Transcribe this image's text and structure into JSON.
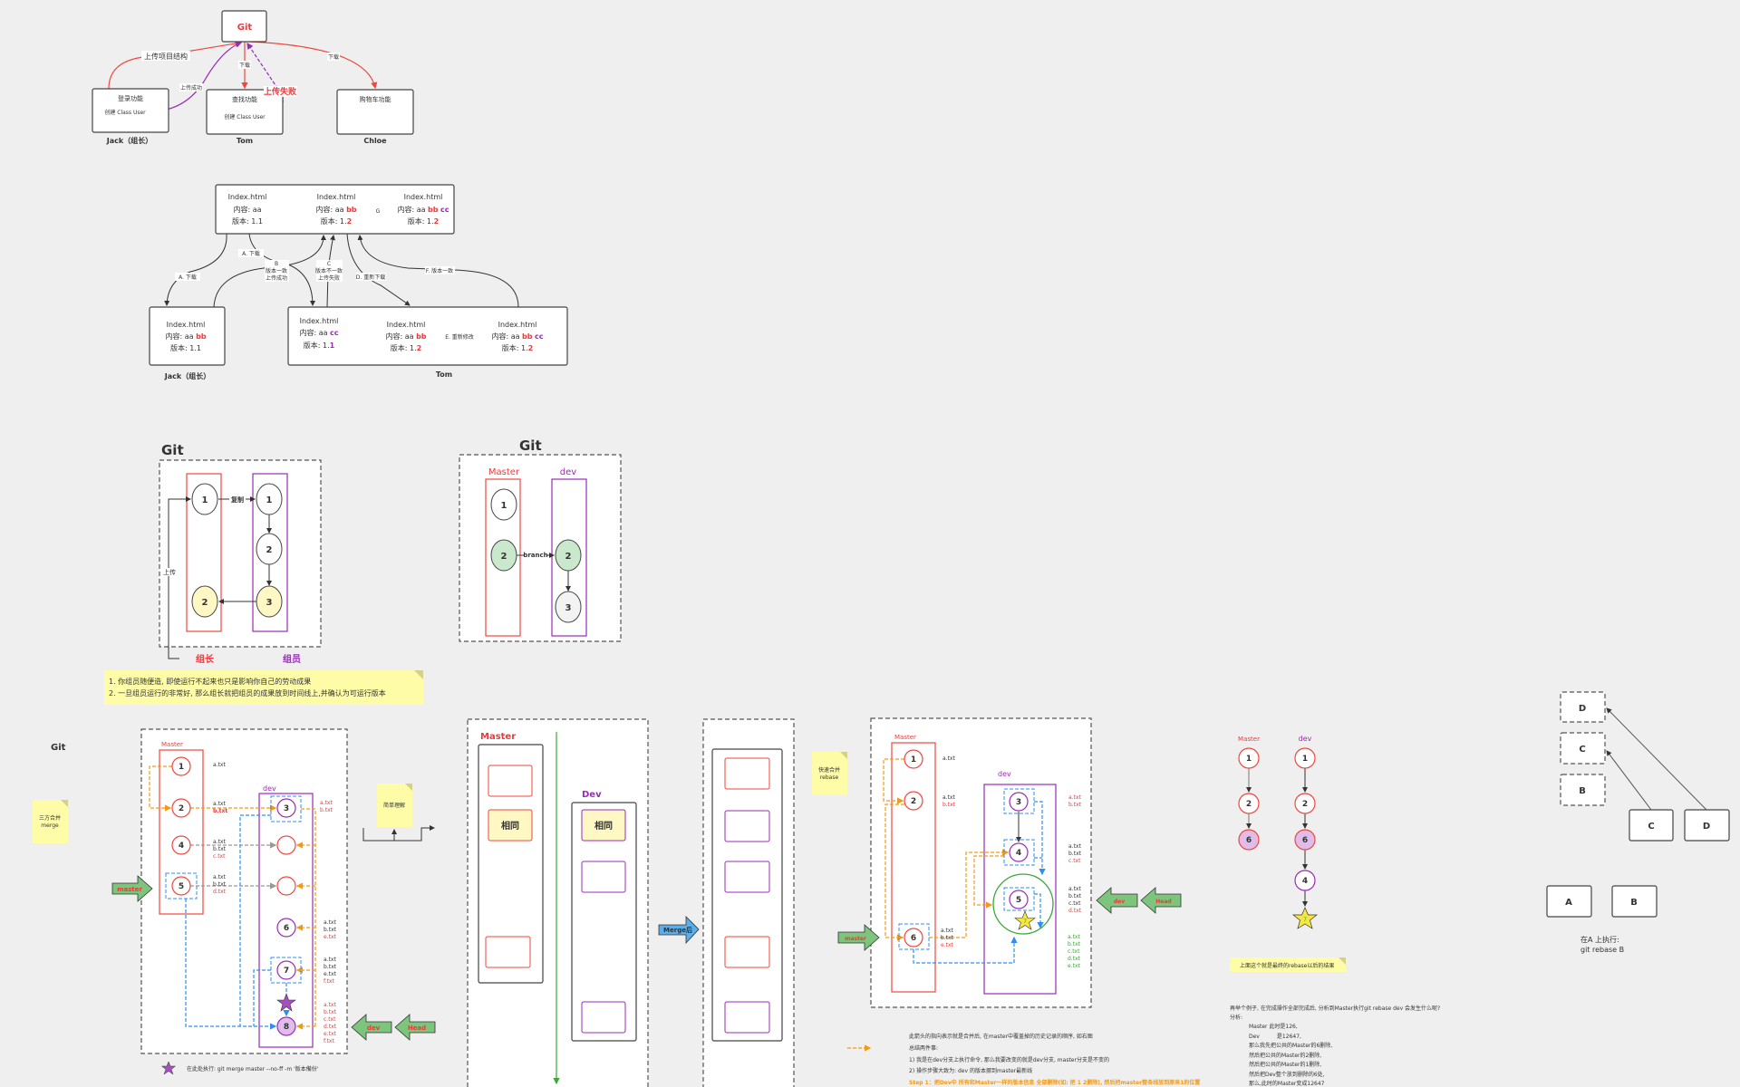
{
  "colors": {
    "master": "#f0463e",
    "dev": "#9a2bb8",
    "changed_file": "#f0383a",
    "merged_file": "#3aa93a",
    "note": "#fffca8",
    "pointer_arrow": "#7dc57d",
    "merge_arrow": "#5aaeea",
    "highlight_same": "#fff8c4"
  },
  "upload_flow": {
    "git": "Git",
    "jack_feature": "登录功能",
    "jack_code": "创建 Class User",
    "jack_label": "Jack（组长）",
    "tom_feature": "查找功能",
    "tom_code": "创建 Class User",
    "tom_label": "Tom",
    "chloe_feature": "购物车功能",
    "chloe_label": "Chloe",
    "edge_upload_structure": "上传项目结构",
    "edge_upload_success": "上传成功",
    "edge_download_tom": "下载",
    "edge_upload_fail": "上传失败",
    "edge_download_chloe": "下载"
  },
  "version_flow": {
    "remote": [
      {
        "name": "Index.html",
        "content": "内容: aa",
        "add1": "",
        "add2": "",
        "version": "版本: 1.",
        "minor": "1"
      },
      {
        "name": "Index.html",
        "content": "内容: aa",
        "add1": "bb",
        "add2": "",
        "version": "版本: 1.",
        "minor": "2"
      },
      {
        "name": "Index.html",
        "content": "内容: aa",
        "add1": "bb",
        "add2": "cc",
        "version": "版本: 1.",
        "minor": "2"
      }
    ],
    "jack": {
      "name": "Index.html",
      "content": "内容: aa",
      "add1": "bb",
      "version": "版本: 1.1"
    },
    "tom": [
      {
        "name": "Index.html",
        "content": "内容: aa",
        "add2": "cc",
        "version": "版本: 1.",
        "minor": "1"
      },
      {
        "name": "Index.html",
        "content": "内容: aa",
        "add1": "bb",
        "version": "版本: 1.",
        "minor": "2"
      },
      {
        "name": "Index.html",
        "content": "内容: aa",
        "add1": "bb",
        "add2": "cc",
        "version": "版本: 1.",
        "minor": "2"
      }
    ],
    "jack_label": "Jack（组长）",
    "tom_label": "Tom",
    "edges": {
      "a1": "A. 下载",
      "a2": "A. 下载",
      "b1": "B",
      "b2": "版本一致",
      "b3": "上传成功",
      "c1": "C",
      "c2": "版本不一致",
      "c3": "上传失败",
      "d": "D. 重新下载",
      "e": "E. 重新修改",
      "f": "F. 版本一致",
      "g": "G"
    }
  },
  "copy_diagram": {
    "title": "Git",
    "copy": "复制",
    "upload": "上传",
    "leader": "组长",
    "member": "组员",
    "leader_nodes": [
      "1",
      "2"
    ],
    "member_nodes": [
      "1",
      "2",
      "3"
    ]
  },
  "branch_diagram": {
    "title": "Git",
    "master": "Master",
    "dev": "dev",
    "branch": "branch",
    "master_nodes": [
      "1",
      "2"
    ],
    "dev_nodes": [
      "2",
      "3"
    ]
  },
  "note_rules": [
    "1. 你组员随便造, 即使运行不起来也只是影响你自己的劳动成果",
    "2. 一旦组员运行的非常好, 那么组长就把组员的成果放到时间线上,并确认为可运行版本"
  ],
  "merge_diagram": {
    "title": "Git",
    "note": [
      "三方合并",
      "merge"
    ],
    "side_note": "简单理解",
    "master": "Master",
    "dev": "dev",
    "master_nodes": [
      "1",
      "2",
      "4",
      "5"
    ],
    "dev_nodes": [
      "3",
      "",
      "",
      "6",
      "7",
      "8"
    ],
    "files": {
      "m1": [
        "a.txt"
      ],
      "m2": [
        "a.txt",
        "b.txt"
      ],
      "m4": [
        "a.txt",
        "b.txt",
        "c.txt"
      ],
      "m5": [
        "a.txt",
        "b.txt",
        "d.txt"
      ],
      "d3": [
        "a.txt",
        "b.txt"
      ],
      "d6": [
        "a.txt",
        "b.txt",
        "e.txt"
      ],
      "d7": [
        "a.txt",
        "b.txt",
        "e.txt",
        "f.txt"
      ],
      "d8": [
        "a.txt",
        "b.txt",
        "c.txt",
        "d.txt",
        "e.txt",
        "f.txt"
      ]
    },
    "pointer_master": "master",
    "pointer_dev": "dev",
    "pointer_head": "Head",
    "footnote": "在此处执行: git merge master --no-ff -m '版本備份'"
  },
  "compare_diagram": {
    "master": "Master",
    "dev": "Dev",
    "same": "相同",
    "merge_label": "Merge后"
  },
  "rebase_diagram": {
    "note": [
      "快速合并",
      "rebase"
    ],
    "master": "Master",
    "dev": "dev",
    "master_nodes": [
      "1",
      "2",
      "6"
    ],
    "dev_nodes": [
      "3",
      "4",
      "5"
    ],
    "star_label": "7",
    "files": {
      "m1": [
        "a.txt"
      ],
      "m2": [
        "a.txt",
        "b.txt"
      ],
      "m6": [
        "a.txt",
        "b.txt",
        "e.txt"
      ],
      "d3": [
        "a.txt",
        "b.txt"
      ],
      "d4": [
        "a.txt",
        "b.txt",
        "c.txt"
      ],
      "d5": [
        "a.txt",
        "b.txt",
        "c.txt",
        "d.txt"
      ],
      "merged": [
        "a.txt",
        "b.txt",
        "c.txt",
        "d.txt",
        "e.txt"
      ]
    },
    "pointer_master": "master",
    "pointer_dev": "dev",
    "pointer_head": "Head",
    "explanation": [
      "此箭头的指向表示就是合并后, 在master中覆盖掉的历史记录的顺序, 如右图",
      "总结两件事:",
      "1) 我是在dev分支上执行命令, 那么我要改变的就是dev分支, master分支是不变的",
      "2) 操作步骤大致为: dev 的版本挪到master最新线",
      "Step 1：把Dev中 所有和Master一样的版本信息 全部删除(如: 把 1 2删除), 然后把master整条线放到原来1的位置"
    ]
  },
  "rebase_result": {
    "master": "Master",
    "dev": "dev",
    "master_nodes": [
      "1",
      "2",
      "6"
    ],
    "dev_nodes": [
      "1",
      "2",
      "6",
      "4"
    ],
    "star_label": "7",
    "note": "上面这个就是最终的rebase以后的结果",
    "analysis": [
      "再举个例子, 在完成操作全部完成后, 分析到Master执行git rebase dev 会发生什么呢?",
      "分析:",
      "Master 此时是126,",
      "Dev          是12647,",
      "那么我先把公共的Master的6删除,",
      "然后把公共的Master的2删除,",
      "然后把公共的Master的1删除,",
      "然后把Dev整个放到删除的6处,",
      "那么,此时的Master变成12647"
    ]
  },
  "abcd_diagram": {
    "moved": [
      "D",
      "C",
      "B"
    ],
    "original": [
      "C",
      "D"
    ],
    "base": [
      "A",
      "B"
    ],
    "caption": [
      "在A 上执行:",
      "git rebase B"
    ]
  }
}
